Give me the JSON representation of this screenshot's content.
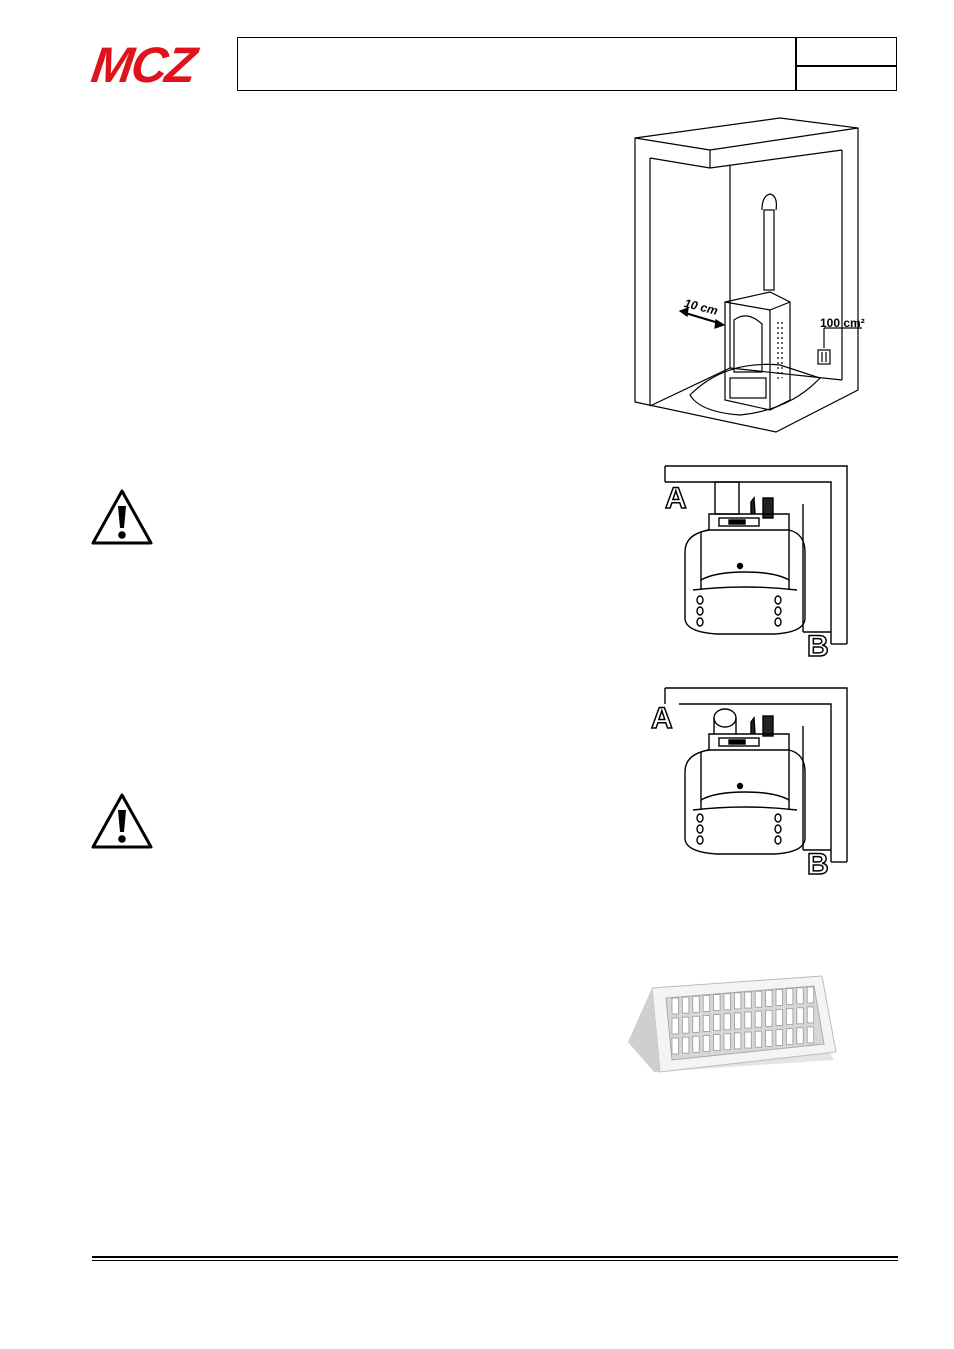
{
  "header": {
    "logo_text": "MCZ",
    "title_cell": "",
    "page_cell_top": "",
    "page_cell_bottom": ""
  },
  "figures": {
    "room": {
      "side_clearance": "10 cm",
      "vent_area": "100 cm²"
    },
    "corner_top": {
      "label_a": "A",
      "label_b": "B"
    },
    "corner_bottom": {
      "label_a": "A",
      "label_b": "B"
    }
  },
  "colors": {
    "brand_red": "#e0121b",
    "line": "#000000"
  },
  "icons": [
    "warning-triangle-icon",
    "warning-triangle-icon"
  ]
}
